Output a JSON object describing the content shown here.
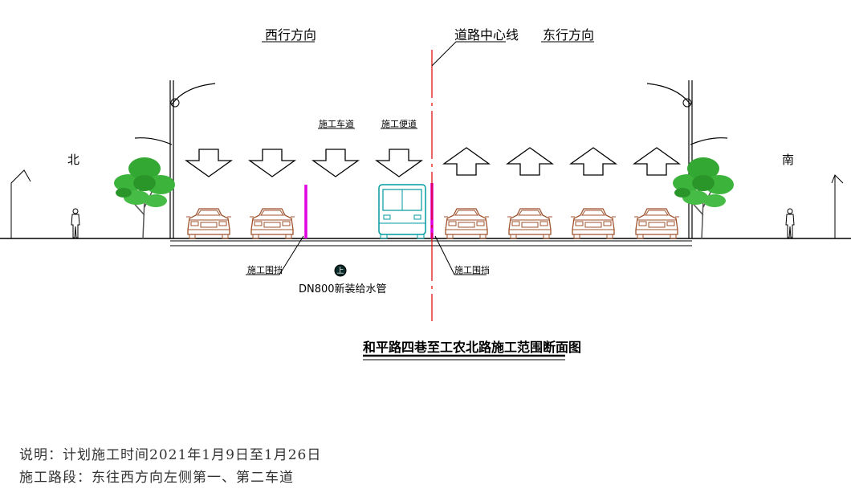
{
  "labels": {
    "westbound": "西行方向",
    "center_line": "道路中心线",
    "eastbound": "东行方向",
    "construction_lane": "施工车道",
    "construction_sidewalk": "施工便道",
    "north": "北",
    "south": "南",
    "fence_left": "施工围挡",
    "fence_right": "施工围挡",
    "pipe_marker": "上",
    "pipe": "DN800新装给水管",
    "title": "和平路四巷至工农北路施工范围断面图"
  },
  "notes": {
    "line1": "说明：计划施工时间2021年1月9日至1月26日",
    "line2": "施工路段：东往西方向左侧第一、第二车道"
  },
  "colors": {
    "fence": "#e000e0",
    "center_line": "#e00000",
    "car": "#a0522d",
    "bus": "#009aa0",
    "tree": "#2ea32e",
    "arrow": "#000000"
  },
  "icons": [
    "tree-icon",
    "streetlight-icon",
    "pedestrian-icon",
    "car-icon",
    "bus-icon",
    "arrow-down-icon",
    "arrow-up-icon"
  ]
}
